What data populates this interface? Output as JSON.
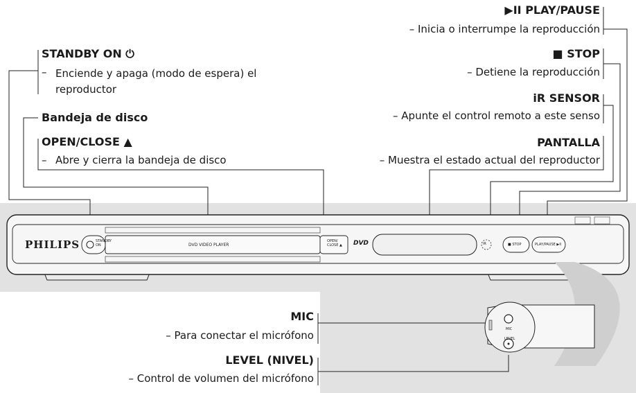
{
  "labels": {
    "play_title": "▶II PLAY/PAUSE",
    "play_desc": "– Inicia o interrumpe la reproducción",
    "standby_title": "STANDBY ON ⏻",
    "standby_dash": "–",
    "standby_desc_1": "Enciende y apaga (modo de espera) el",
    "standby_desc_2": "reproductor",
    "stop_title": "■ STOP",
    "stop_desc": "– Detiene la reproducción",
    "tray_title": "Bandeja de disco",
    "ir_title": "iR SENSOR",
    "ir_desc": "– Apunte el control remoto a este senso",
    "open_title": "OPEN/CLOSE ▲",
    "open_dash": "–",
    "open_desc": "Abre y cierra la bandeja de disco",
    "display_title": "PANTALLA",
    "display_desc": "– Muestra el estado actual del reproductor",
    "mic_title": "MIC",
    "mic_desc": "– Para conectar el micrófono",
    "level_title": "LEVEL (NIVEL)",
    "level_desc": "– Control de volumen del micrófono"
  },
  "device": {
    "brand": "PHILIPS",
    "standby_label_1": "STANDBY",
    "standby_label_2": "ON",
    "tray_text": "DVD VIDEO PLAYER",
    "open_label_1": "OPEN/",
    "open_label_2": "CLOSE ▲",
    "dvd_logo": "DVD",
    "stop_button": "■ STOP",
    "play_button": "PLAY/PAUSE ▶II",
    "ir_text": "iR",
    "mic_port": "MIC",
    "level_port": "LEVEL"
  }
}
